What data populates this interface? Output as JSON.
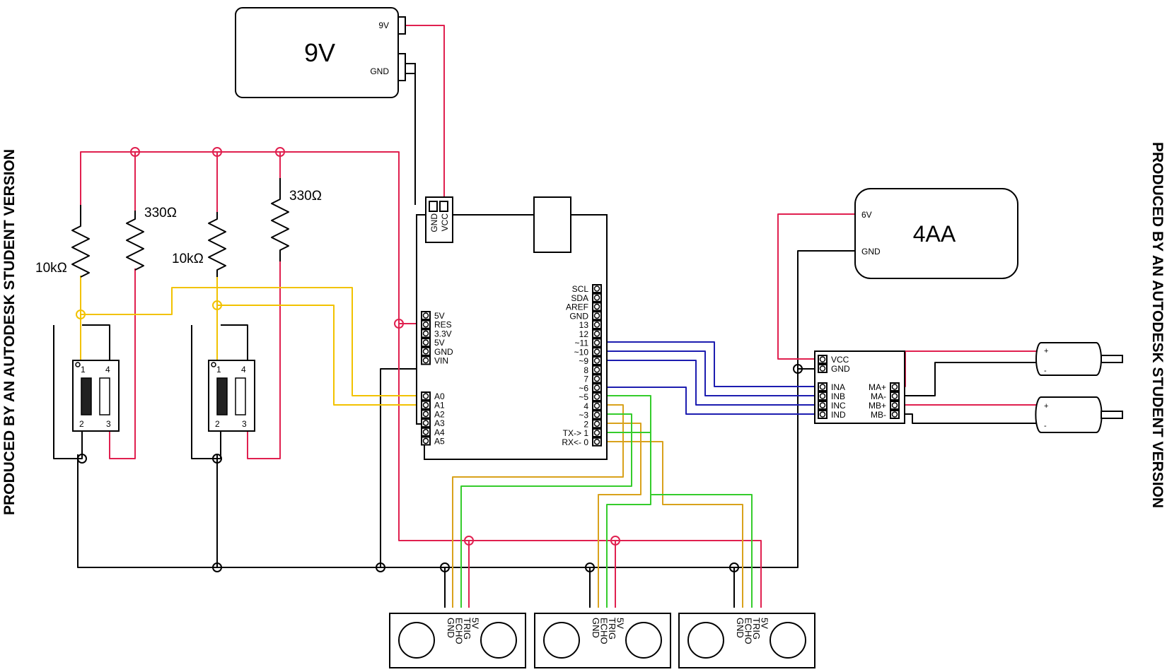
{
  "watermark": {
    "left": "PRODUCED BY AN AUTODESK STUDENT VERSION",
    "right": "PRODUCED BY AN AUTODESK STUDENT VERSION"
  },
  "battery_9v": {
    "title": "9V",
    "pin_pos": "9V",
    "pin_gnd": "GND"
  },
  "battery_4aa": {
    "title": "4AA",
    "pin_pos": "6V",
    "pin_gnd": "GND"
  },
  "resistors": {
    "r1": "10kΩ",
    "r2": "330Ω",
    "r3": "10kΩ",
    "r4": "330Ω"
  },
  "switch_pins": [
    "1",
    "4",
    "2",
    "3"
  ],
  "arduino": {
    "power_header": [
      "GND",
      "VCC"
    ],
    "left_pins_power": [
      "5V",
      "RES",
      "3.3V",
      "5V",
      "GND",
      "VIN"
    ],
    "left_pins_analog": [
      "A0",
      "A1",
      "A2",
      "A3",
      "A4",
      "A5"
    ],
    "right_pins": [
      "SCL",
      "SDA",
      "AREF",
      "GND",
      "13",
      "12",
      "~11",
      "~10",
      "~9",
      "8",
      "7",
      "~6",
      "~5",
      "4",
      "~3",
      "2",
      "TX-> 1",
      "RX<- 0"
    ]
  },
  "motor_driver": {
    "power_pins": [
      "VCC",
      "GND"
    ],
    "inputs": [
      "INA",
      "INB",
      "INC",
      "IND"
    ],
    "outputs": [
      "MA+",
      "MA-",
      "MB+",
      "MB-"
    ]
  },
  "motors": [
    {
      "plus": "+",
      "minus": "-"
    },
    {
      "plus": "+",
      "minus": "-"
    }
  ],
  "sensor_pins": [
    "GND",
    "ECHO",
    "TRIG",
    "5V"
  ],
  "colors": {
    "power": "#e0204f",
    "ground": "#000000",
    "analog": "#f2c200",
    "trig": "#d9a21c",
    "echo": "#35cc2c",
    "motor_signal": "#1d1db0"
  }
}
